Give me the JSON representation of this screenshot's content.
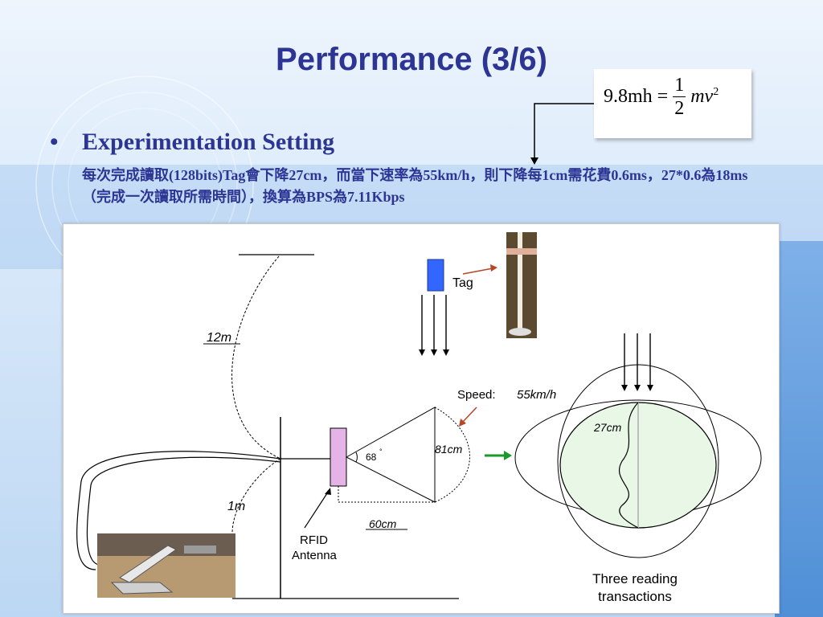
{
  "slide": {
    "title": "Performance (3/6)",
    "formula": {
      "lhs": "9.8mh =",
      "numerator": "1",
      "denominator": "2",
      "rhs": "mv",
      "exponent": "2"
    },
    "bullet_symbol": "•",
    "heading": "Experimentation Setting",
    "description": "每次完成讀取(128bits)Tag會下降27cm，而當下速率為55km/h，則下降每1cm需花費0.6ms，27*0.6為18ms（完成一次讀取所需時間），換算為BPS為7.11Kbps"
  },
  "diagram": {
    "tag_label": "Tag",
    "height_label": "12m",
    "distance_label": "1m",
    "angle_label": "68",
    "angle_unit": "°",
    "range_label": "81cm",
    "width_label": "60cm",
    "speed_prefix": "Speed:",
    "speed_value": "55km/h",
    "drop_label": "27cm",
    "antenna_label_line1": "RFID",
    "antenna_label_line2": "Antenna",
    "caption_line1": "Three reading",
    "caption_line2": "transactions"
  },
  "colors": {
    "title": "#2d3594",
    "tag_blue": "#3366ff",
    "antenna_pink": "#e6b3e6",
    "zone_green": "#e8f7e6",
    "arrow_green": "#1a9a2a",
    "arrow_red": "#b5462a"
  },
  "icons": [
    "laptop-photo",
    "tag-pole-photo",
    "down-arrows"
  ]
}
